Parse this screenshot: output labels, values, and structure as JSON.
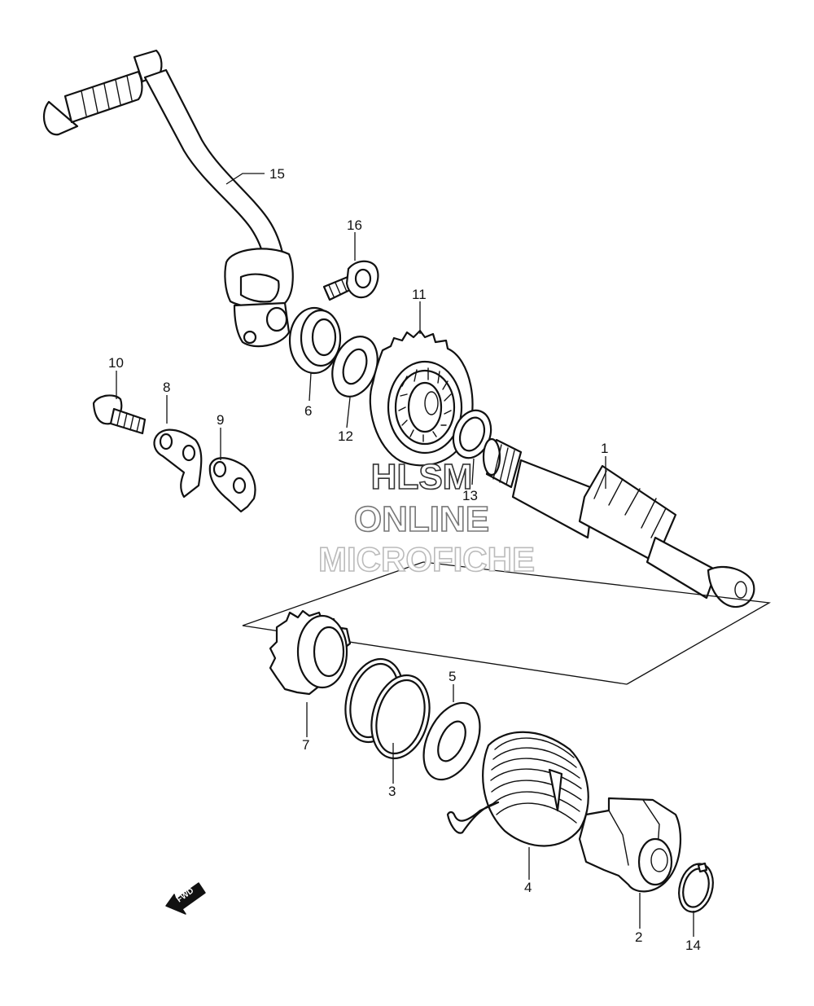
{
  "callouts": {
    "c1": "1",
    "c2": "2",
    "c3": "3",
    "c4": "4",
    "c5": "5",
    "c6": "6",
    "c7": "7",
    "c8": "8",
    "c9": "9",
    "c10": "10",
    "c11": "11",
    "c12": "12",
    "c13": "13",
    "c14": "14",
    "c15": "15",
    "c16": "16"
  },
  "watermark": {
    "line1": "HLSM",
    "line2": "ONLINE",
    "line3": "MICROFICHE"
  },
  "fwd_label": "FWD",
  "colors": {
    "line": "#111111",
    "paper": "#ffffff",
    "wm1": "#333333",
    "wm2": "#777777",
    "wm3": "#bbbbbb"
  }
}
